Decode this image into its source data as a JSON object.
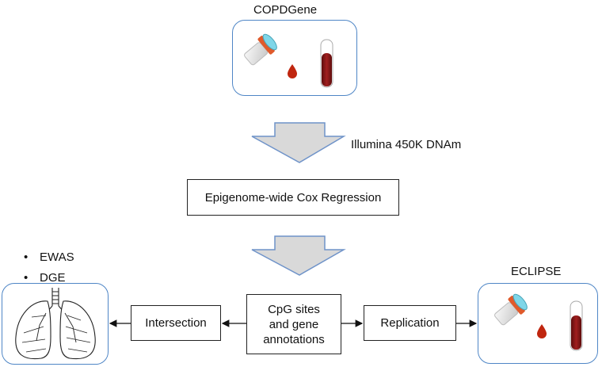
{
  "diagram": {
    "top_title": "COPDGene",
    "arrow1_label": "Illumina 450K DNAm",
    "regression_box": "Epigenome-wide Cox Regression",
    "bullets": [
      "EWAS",
      "DGE"
    ],
    "center_box": [
      "CpG sites",
      "and gene",
      "annotations"
    ],
    "left_box": "Intersection",
    "right_box": "Replication",
    "right_title": "ECLIPSE"
  },
  "colors": {
    "panel_border": "#4f86c6",
    "flow_arrow_fill": "#d9d9d9",
    "flow_arrow_stroke": "#6f93c9",
    "blood": "#8b1a1a",
    "icons": [
      "pill-bottle-icon",
      "blood-drop-icon",
      "blood-tube-icon",
      "lungs-icon"
    ]
  }
}
